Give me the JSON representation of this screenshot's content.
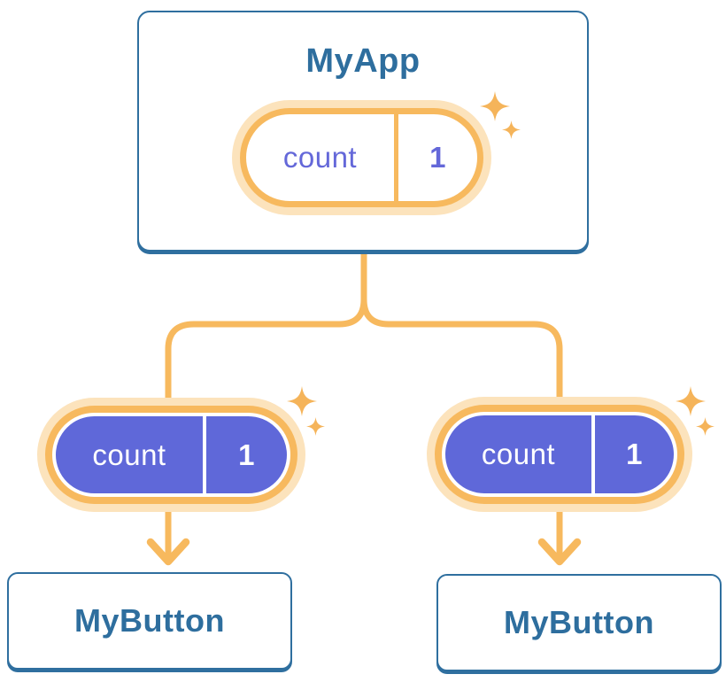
{
  "diagram": {
    "type": "component-tree",
    "root": {
      "title": "MyApp",
      "state": {
        "name": "count",
        "value": "1"
      }
    },
    "children": [
      {
        "title": "MyButton",
        "prop": {
          "name": "count",
          "value": "1"
        }
      },
      {
        "title": "MyButton",
        "prop": {
          "name": "count",
          "value": "1"
        }
      }
    ]
  },
  "colors": {
    "card_border_blue": "#2F6F9F",
    "label_blue": "#2E6E9E",
    "connector_orange": "#F7B95E",
    "halo_cream": "#FCE3BC",
    "pill_purple": "#5F68D9",
    "pill_text_purple": "#6468D9",
    "sparkle_orange": "#F5B45A",
    "background": "#FFFFFF"
  },
  "icons": {
    "sparkle": "sparkle-icon",
    "arrow": "arrow-down-icon"
  }
}
